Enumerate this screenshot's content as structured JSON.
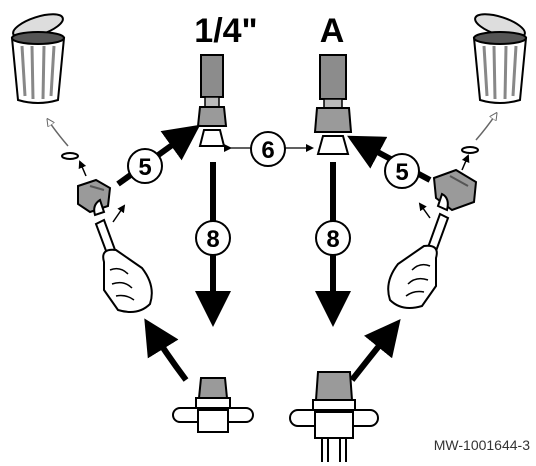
{
  "header": {
    "left_label": "1/4\"",
    "right_label": "A"
  },
  "steps": {
    "remove_nut_left": "5",
    "remove_nut_right": "5",
    "flare_both": "6",
    "connect_left": "8",
    "connect_right": "8"
  },
  "reference": "MW-1001644-3",
  "icons": [
    "trash-bin-icon",
    "wrench-icon",
    "hand-icon",
    "flare-nut-icon",
    "seal-ring-icon",
    "valve-icon",
    "pipe-icon"
  ],
  "colors": {
    "line": "#000000",
    "nut_fill": "#9a9a9a",
    "pipe_fill": "#8c8c8c",
    "arrow_light": "#888888",
    "background": "#ffffff"
  }
}
